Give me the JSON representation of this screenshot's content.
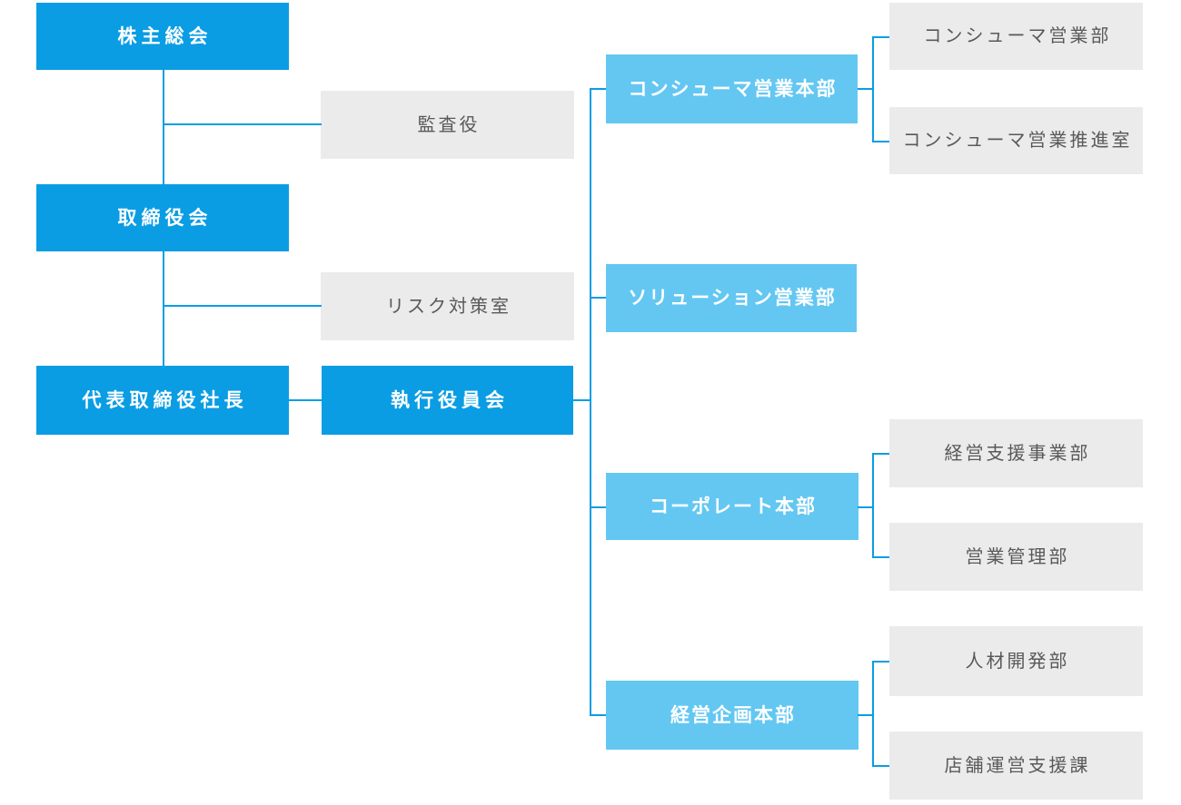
{
  "diagram": {
    "type": "org-chart",
    "colors": {
      "primary": "#0a9de4",
      "secondary": "#63c7f2",
      "muted_bg": "#ebebeb",
      "muted_text": "#595959",
      "line": "#0a9de4"
    },
    "nodes": {
      "shareholders_meeting": {
        "label": "株主総会"
      },
      "audit": {
        "label": "監査役"
      },
      "board_of_directors": {
        "label": "取締役会"
      },
      "risk_management_office": {
        "label": "リスク対策室"
      },
      "president": {
        "label": "代表取締役社長"
      },
      "executive_officers_board": {
        "label": "執行役員会"
      },
      "consumer_sales_hq": {
        "label": "コンシューマ営業本部"
      },
      "solution_sales_dept": {
        "label": "ソリューション営業部"
      },
      "corporate_hq": {
        "label": "コーポレート本部"
      },
      "corporate_planning_hq": {
        "label": "経営企画本部"
      },
      "consumer_sales_dept": {
        "label": "コンシューマ営業部"
      },
      "consumer_sales_promotion_office": {
        "label": "コンシューマ営業推進室"
      },
      "management_support_dept": {
        "label": "経営支援事業部"
      },
      "sales_admin_dept": {
        "label": "営業管理部"
      },
      "hr_development_dept": {
        "label": "人材開発部"
      },
      "store_operation_support_section": {
        "label": "店舗運営支援課"
      }
    }
  }
}
